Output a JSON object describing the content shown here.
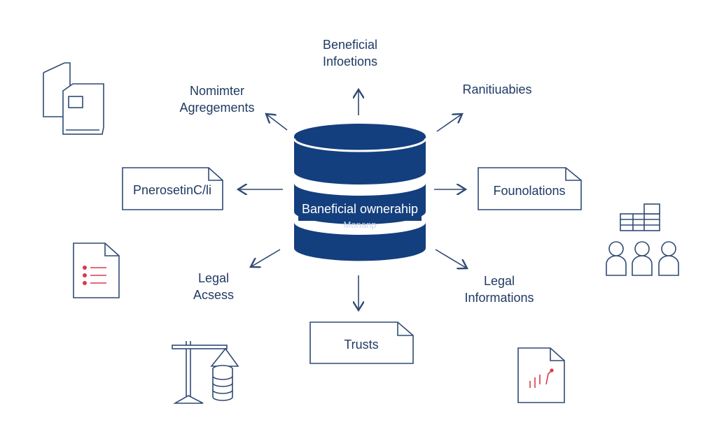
{
  "center": {
    "label": "Baneficial ownerahip",
    "sublabel": "Monanp"
  },
  "labels": {
    "top": [
      "Beneficial",
      "Infoetions"
    ],
    "top_left": [
      "Nomimter",
      "Agregements"
    ],
    "top_right": "Ranitiuabies",
    "bottom_left": [
      "Legal",
      "Acsess"
    ],
    "bottom_right": [
      "Legal",
      "Informations"
    ]
  },
  "boxes": {
    "left": "PnerosetinC/li",
    "right": "Founolations",
    "bottom": "Trusts"
  },
  "icons": {
    "binders": "binder-documents-icon",
    "checklist": "checklist-document-icon",
    "scale": "balance-scale-coins-icon",
    "people": "people-building-icon",
    "chart_doc": "chart-document-icon"
  },
  "colors": {
    "primary": "#143f7e",
    "line": "#2f4a74",
    "accent": "#d93a4a"
  }
}
